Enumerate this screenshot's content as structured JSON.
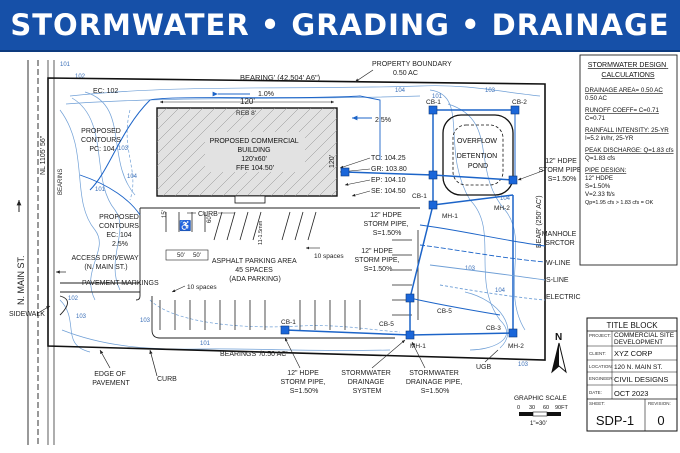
{
  "banner": {
    "title": "STORMWATER • GRADING • DRAINAGE"
  },
  "colors": {
    "banner": "#1650a8",
    "pipe": "#1c64c8",
    "contour": "#6f9fd6",
    "structure": "#1a66d9",
    "ink": "#222222"
  },
  "site": {
    "bearing_top": "BEARING' (42.504' A6\")",
    "property_boundary": [
      "PROPERTY BOUNDARY",
      "0.50 AC"
    ],
    "bearing_bottom": "BEARINGS' /0.50 AC'",
    "bearing_left": "NL 1105' 56\"",
    "bearings_left": "BEARINS",
    "bearing_right": "BEAR' (250' AC')",
    "ec_top": "EC: 102",
    "slope_top": "1.0%",
    "slope_bldg": "2.5%",
    "dim_120": "120'",
    "dim_120v": "120'",
    "reb": "REB 8'",
    "building": [
      "PROPOSED COMMERCIAL",
      "BUILDING",
      "120'x60'",
      "FFE 104.50'"
    ],
    "contours_proposed_top": [
      "PROPOSED",
      "CONTOURS",
      "PC: 104"
    ],
    "contours_proposed_mid": [
      "PROPOSED",
      "CONTOURS",
      "EC: 104",
      "2.5%"
    ],
    "elevations": [
      "TC: 104.25",
      "GR: 103.80",
      "EP: 104.10",
      "SE: 104.50"
    ],
    "curb": "CURB",
    "dim_15": "15'",
    "dim_50a": "50'",
    "dim_50b": "50'",
    "dim_60": "60'",
    "dim_115": "11-1.5mm",
    "ten_spaces_a": "10 spaces",
    "ten_spaces_b": "10 spaces",
    "parking": [
      "ASPHALT PARKING AREA",
      "45 SPACES",
      "(ADA PARKING)"
    ],
    "access": [
      "ACCESS DRIVEWAY",
      "(N. MAIN ST.)"
    ],
    "pavement_markings": "PAVEMENT MARKINGS",
    "sidewalk": "SIDEWALK",
    "street": "N. MAIN ST.",
    "edge_pavement": [
      "EDGE OF",
      "PAVEMENT"
    ],
    "curb_bottom": "CURB",
    "pond": [
      "OVERFLOW",
      "DETENTION",
      "POND"
    ],
    "manhole": [
      "MANHOLE",
      "SRCTOR"
    ],
    "lines": [
      "W-LINE",
      "S-LINE",
      "ELECTRIC"
    ],
    "ugb": "UGB",
    "pipes": {
      "p1": [
        "12\" HDPE",
        "STORM PIPE,",
        "S=1.50%"
      ],
      "p2": [
        "12\" HDPE",
        "STORM PIPE,",
        "S=1.50%"
      ],
      "p3": [
        "12\" HDPE",
        "STORM PIPE,",
        "S=1.50%"
      ],
      "p4": [
        "12\" HDPE",
        "STORM PIPE,",
        "S=1.50%"
      ]
    },
    "drainage_system": [
      "STORMWATER",
      "DRAINAGE",
      "SYSTEM"
    ],
    "drainage_pipe": [
      "STORMWATER",
      "DRAINAGE PIPE,",
      "S=1.50%"
    ],
    "structures": {
      "cb1_top": "CB-1",
      "cb2_top": "CB-2",
      "cb1_mid": "CB-1",
      "mh1_mid": "MH-1",
      "mh2_mid": "MH-2",
      "cb5_left": "CB-5",
      "cb1_bot": "CB-1",
      "cb5_bot": "CB-5",
      "cb3": "CB-3",
      "mh1_bot": "MH-1",
      "mh2_bot": "MH-2"
    },
    "contour_labels": [
      "101",
      "102",
      "103",
      "104",
      "101",
      "101",
      "102",
      "103",
      "104",
      "101",
      "103",
      "104",
      "103",
      "104",
      "103",
      "103"
    ]
  },
  "calculations": {
    "heading": [
      "STORMWATER DESIGN",
      "CALCULATIONS"
    ],
    "drainage": [
      "DRAINAGE AREA= 0.50 AC",
      "0.50 AC"
    ],
    "runoff": [
      "RUNOFF COEFF= C=0.71",
      "C=0.71"
    ],
    "rainfall": [
      "RAINFALL INTENSITY: 25-YR",
      "I=5.2 in/hr, 25-YR"
    ],
    "peak": [
      "PEAK DISCHARGE: Q=1.83 cfs",
      "Q=1.83 cfs"
    ],
    "pipe": [
      "PIPE DESIGN:",
      "12\" HDPE",
      "S=1.50%",
      "V=2.33 ft/s",
      "Qp=1.95 cfs > 1.83 cfs = OK"
    ]
  },
  "north": {
    "label": "N"
  },
  "scale": {
    "title": "GRAPHIC SCALE",
    "ticks": [
      "0",
      "30",
      "60",
      "90FT"
    ],
    "ratio": "1\"=30'"
  },
  "title_block": {
    "heading": "TITLE BLOCK",
    "rows": [
      {
        "label": "PROJECT:",
        "value": "COMMERCIAL SITE DEVELOPMENT"
      },
      {
        "label": "CLIENT:",
        "value": "XYZ CORP"
      },
      {
        "label": "LOCATION:",
        "value": "120 N. MAIN ST."
      },
      {
        "label": "ENGINEER:",
        "value": "CIVIL DESIGNS"
      },
      {
        "label": "DATE:",
        "value": "OCT 2023"
      }
    ],
    "sheet_label": "SHEET:",
    "sheet": "SDP-1",
    "revision_label": "REVISION:",
    "revision": "0"
  }
}
